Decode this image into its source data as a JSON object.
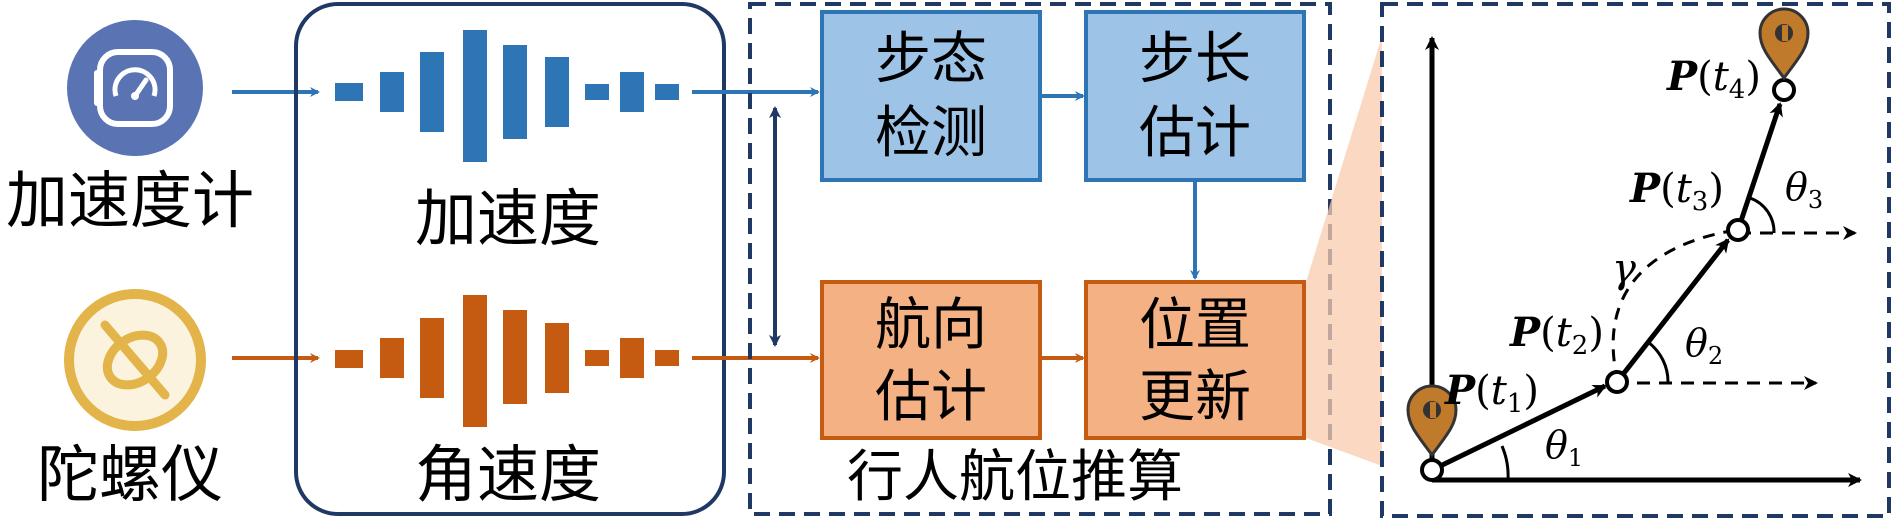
{
  "colors": {
    "blue": "#2e75b6",
    "blue_box": "#9dc3e6",
    "orange": "#c55a11",
    "orange_box": "#f4b183",
    "sensor_blue": "#5a74b3",
    "sensor_gold": "#e2b44a",
    "pin": "#c07a2c",
    "dash_frame": "#1f3864",
    "wedge": "#f8cbad"
  },
  "icons": {
    "accelerometer": "watch-speedometer-icon",
    "gyroscope": "gyroscope-ring-icon",
    "location": "map-pin-icon"
  },
  "sensors": {
    "accelerometer_label": "加速度计",
    "gyroscope_label": "陀螺仪"
  },
  "signals": {
    "acceleration_label": "加速度",
    "angular_velocity_label": "角速度"
  },
  "pdr": {
    "title": "行人航位推算",
    "step_detection": [
      "步态",
      "检测"
    ],
    "step_length": [
      "步长",
      "估计"
    ],
    "heading": [
      "航向",
      "估计"
    ],
    "position_update": [
      "位置",
      "更新"
    ]
  },
  "trajectory": {
    "points": [
      {
        "label": "P",
        "sub": "1"
      },
      {
        "label": "P",
        "sub": "2"
      },
      {
        "label": "P",
        "sub": "3"
      },
      {
        "label": "P",
        "sub": "4"
      }
    ],
    "angles": [
      {
        "sym": "θ",
        "sub": "1"
      },
      {
        "sym": "θ",
        "sub": "2"
      },
      {
        "sym": "θ",
        "sub": "3"
      }
    ],
    "gamma": "γ"
  }
}
